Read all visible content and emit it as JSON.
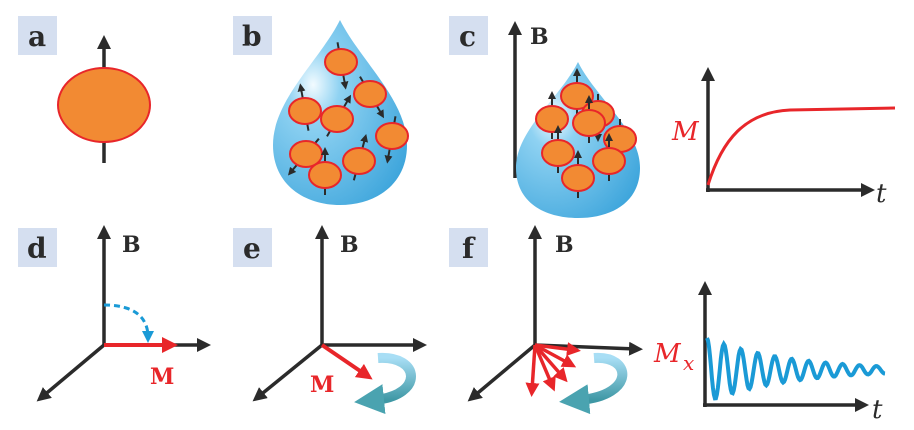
{
  "panels": {
    "a": "a",
    "b": "b",
    "c": "c",
    "d": "d",
    "e": "e",
    "f": "f"
  },
  "field_label": "B",
  "magnetization_label": "M",
  "chart_c": {
    "ylabel": "M",
    "xlabel": "t"
  },
  "chart_f": {
    "ylabel": "M",
    "ysub": "x",
    "xlabel": "t"
  },
  "colors": {
    "spin_fill": "#f28a33",
    "spin_edge": "#e8262a",
    "drop": "#5ab8e8",
    "signal": "#1a9ad6",
    "magnet": "#e8262a",
    "rotation": "#4aa3b0"
  }
}
